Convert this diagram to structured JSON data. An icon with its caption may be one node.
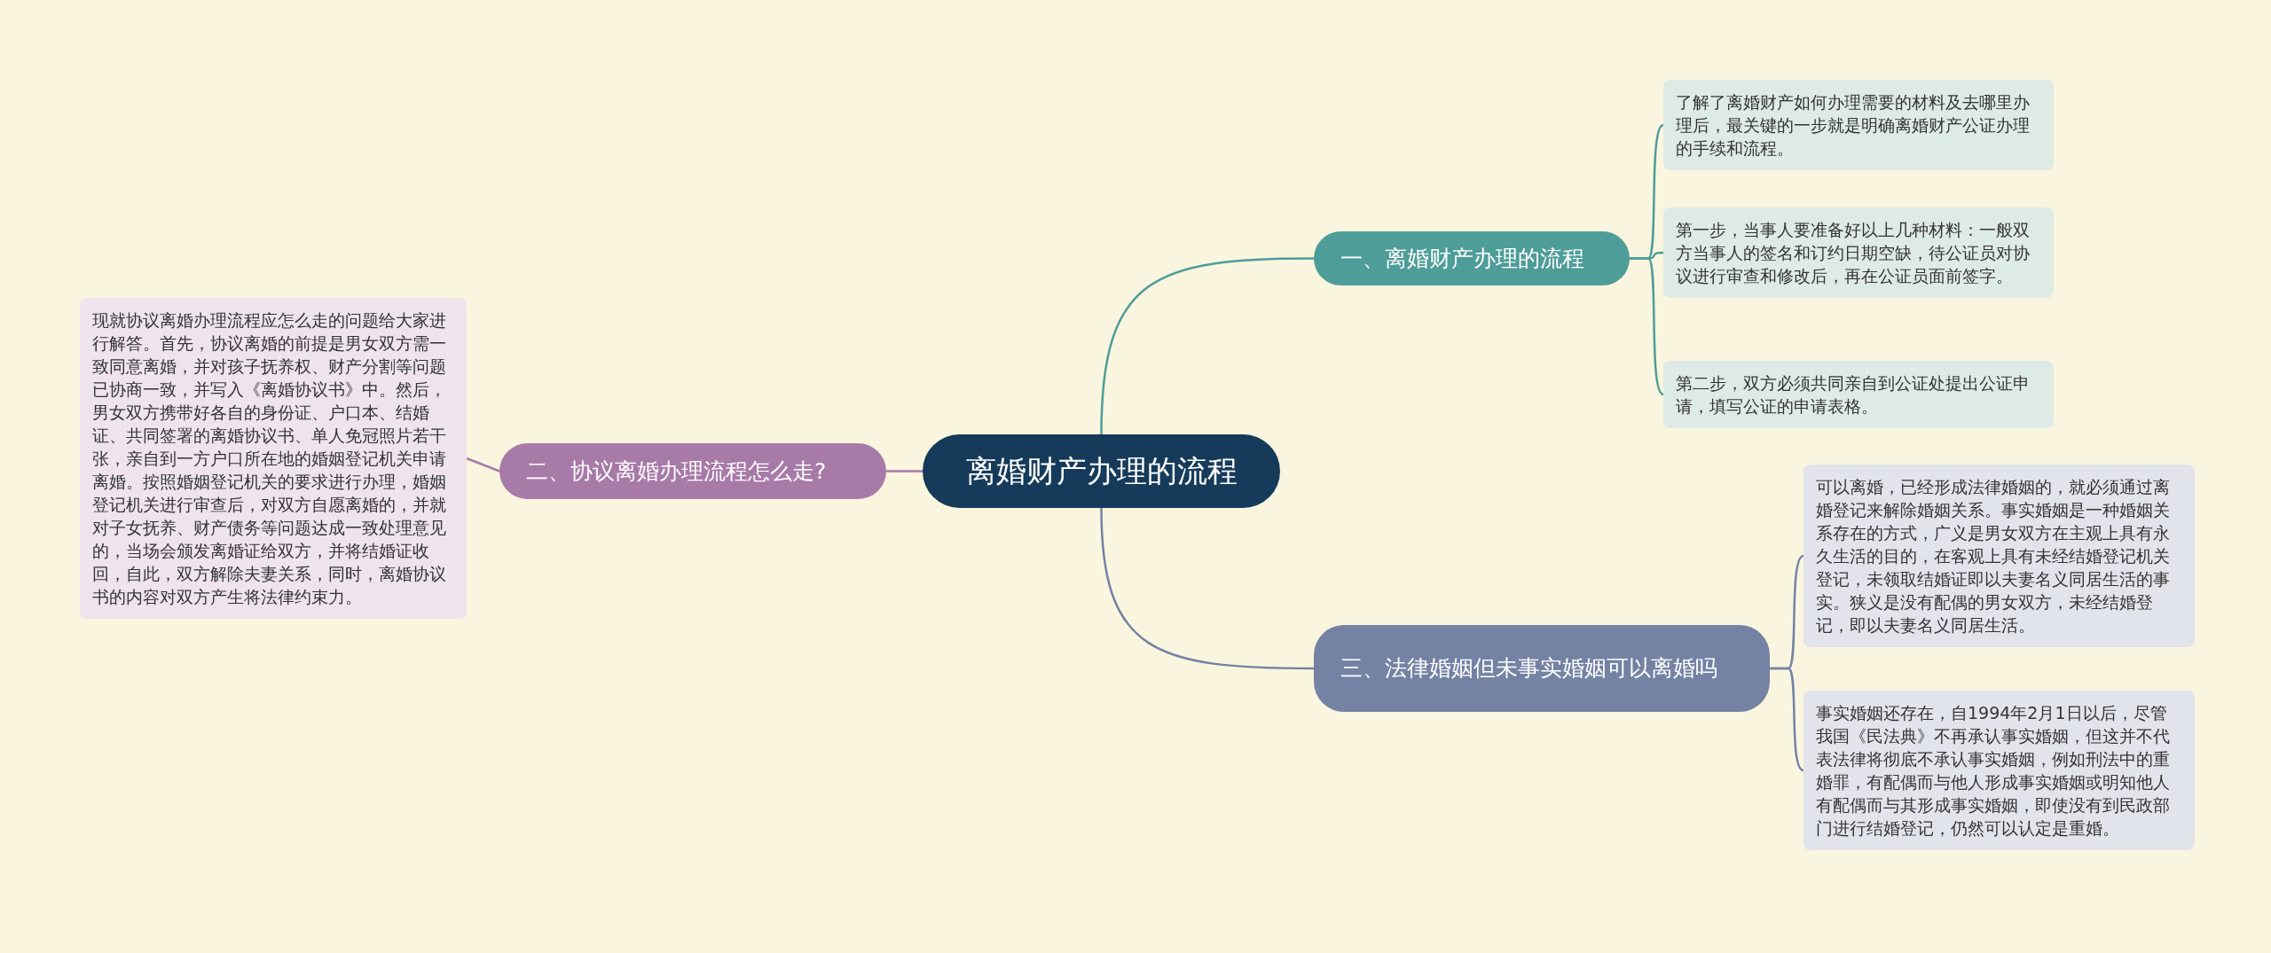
{
  "diagram": {
    "nodes": [
      {
        "text": [
          "离婚财产办理的流程"
        ]
      },
      {
        "text": [
          "一、离婚财产办理的流程"
        ]
      },
      {
        "text": [
          "了解了离婚财产如何办理需要的材料及去哪里办理后，最关键的一步就是明确离婚财产公证办理的手续和流程。"
        ]
      },
      {
        "text": [
          "第一步，当事人要准备好以上几种材料：一般双方当事人的签名和订约日期空缺，待公证员对协议进行审查和修改后，再在公证员面前签字。"
        ]
      },
      {
        "text": [
          "第二步，双方必须共同亲自到公证处提出公证申请，填写公证的申请表格。"
        ]
      },
      {
        "text": [
          "二、协议离婚办理流程怎么走?"
        ]
      },
      {
        "text": [
          "现就协议离婚办理流程应怎么走的问题给大家进行解答。首先，协议离婚的前提是男女双方需一致同意离婚，并对孩子抚养权、财产分割等问题已协商一致，并写入《离婚协议书》中。然后，男女双方携带好各自的身份证、户口本、结婚证、共同签署的离婚协议书、单人免冠照片若干张，亲自到一方户口所在地的婚姻登记机关申请离婚。按照婚姻登记机关的要求进行办理，婚姻登记机关进行审查后，对双方自愿离婚的，并就对子女抚养、财产债务等问题达成一致处理意见的，当场会颁发离婚证给双方，并将结婚证收回，自此，双方解除夫妻关系，同时，离婚协议书的内容对双方产生将法律约束力。"
        ]
      },
      {
        "text": [
          "三、法律婚姻但未事实婚姻可以离婚吗"
        ]
      },
      {
        "text": [
          "可以离婚，已经形成法律婚姻的，就必须通过离婚登记来解除婚姻关系。事实婚姻是一种婚姻关系存在的方式，广义是男女双方在主观上具有永久生活的目的，在客观上具有未经结婚登记机关登记，未领取结婚证即以夫妻名义同居生活的事实。狭义是没有配偶的男女双方，未经结婚登记，即以夫妻名义同居生活。"
        ]
      },
      {
        "text": [
          "事实婚姻还存在，自1994年2月1日以后，尽管我国《民法典》不再承认事实婚姻，但这并不代表法律将彻底不承认事实婚姻，例如刑法中的重婚罪，有配偶而与他人形成事实婚姻或明知他人有配偶而与其形成事实婚姻，即使没有到民政部门进行结婚登记，仍然可以认定是重婚。"
        ]
      }
    ],
    "edges": [
      {
        "from": 0,
        "to": 1,
        "arrow": "none",
        "color": "#4e9d98"
      },
      {
        "from": 1,
        "to": 2,
        "arrow": "none",
        "color": "#4e9d98"
      },
      {
        "from": 1,
        "to": 3,
        "arrow": "none",
        "color": "#4e9d98"
      },
      {
        "from": 1,
        "to": 4,
        "arrow": "none",
        "color": "#4e9d98"
      },
      {
        "from": 0,
        "to": 5,
        "arrow": "none",
        "color": "#a87aa8"
      },
      {
        "from": 5,
        "to": 6,
        "arrow": "none",
        "color": "#a87aa8"
      },
      {
        "from": 0,
        "to": 7,
        "arrow": "none",
        "color": "#7482a4"
      },
      {
        "from": 7,
        "to": 8,
        "arrow": "none",
        "color": "#7482a4"
      },
      {
        "from": 7,
        "to": 9,
        "arrow": "none",
        "color": "#7482a4"
      }
    ]
  }
}
